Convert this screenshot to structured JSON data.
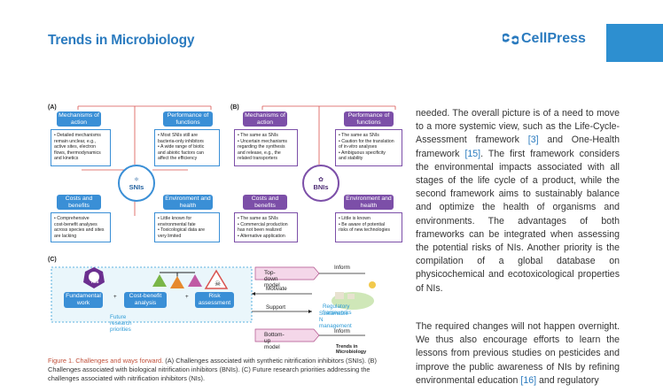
{
  "header": {
    "journal": "Trends in Microbiology",
    "publisher": "CellPress",
    "brand_color": "#2b7bbf",
    "accent_box_color": "#2d8fd0"
  },
  "figure": {
    "panel_a": {
      "label": "(A)",
      "center": "SNIs",
      "tl_title": "Mechanisms of action",
      "tl_lines": [
        "• Detailed mechanisms",
        "remain unclear, e.g.,",
        "active sites, electron",
        "flows, thermodynamics",
        "and kinetics"
      ],
      "tr_title": "Performance of functions",
      "tr_lines": [
        "• Most SNIs still are",
        "bacteria-only inhibitors",
        "• A wide range of biotic",
        "and abiotic factors can",
        "affect the efficiency"
      ],
      "bl_title": "Costs and benefits",
      "bl_lines": [
        "• Comprehensive",
        "cost-benefit analyses",
        "across species and sites",
        "are lacking"
      ],
      "br_title": "Environment and health",
      "br_lines": [
        "• Little known for",
        "environmental fate",
        "• Toxicological data are",
        "very limited"
      ]
    },
    "panel_b": {
      "label": "(B)",
      "center": "BNIs",
      "tl_title": "Mechanisms of action",
      "tl_lines": [
        "• The same as SNIs",
        "• Uncertain mechanisms",
        "regarding the synthesis",
        "and release, e.g., the",
        "related transporters"
      ],
      "tr_title": "Performance of functions",
      "tr_lines": [
        "• The same as SNIs",
        "• Caution for the translation",
        "of in-vitro analyses",
        "• Ambiguous specificity",
        "and stability"
      ],
      "bl_title": "Costs and benefits",
      "bl_lines": [
        "• The same as SNIs",
        "• Commercial production",
        "has not been realized",
        "• Alternative application"
      ],
      "br_title": "Environment and health",
      "br_lines": [
        "• Little is known",
        "• Be aware of potential",
        "risks of new technologies"
      ]
    },
    "panel_c": {
      "label": "(C)",
      "item1": "Fundamental work",
      "item1_icon": "NIs",
      "item2": "Cost-benefit analysis",
      "item3": "Risk assessment",
      "plus": "+",
      "priorities": "Future research priorities",
      "top_down": "Top-down model",
      "bottom_up": "Bottom-up model",
      "motivate": "Motivate",
      "support": "Support",
      "inform_top": "Inform",
      "inform_bottom": "Inform",
      "regulatory": "Regulatory frameworks",
      "sustainable": "Sustainable N management"
    },
    "credit": "Trends in Microbiology"
  },
  "caption": {
    "lead": "Figure 1. Challenges and ways forward.",
    "body": " (A) Challenges associated with synthetic nitrification inhibitors (SNIs). (B) Challenges associated with biological nitrification inhibitors (BNIs). (C) Future research priorities addressing the challenges associated with nitrification inhibitors (NIs)."
  },
  "text": {
    "p1_a": "needed. The overall picture is of a need to move to a more systemic view, such as the Life-Cycle-Assessment framework ",
    "ref1": "[3]",
    "p1_b": " and One-Health framework ",
    "ref2": "[15]",
    "p1_c": ". The first framework considers the environmental impacts associated with all stages of the life cycle of a product, while the second framework aims to sustainably balance and optimize the health of organisms and environments. The advantages of both frameworks can be integrated when assessing the potential risks of NIs. Another priority is the compilation of a global database on physicochemical and ecotoxicological properties of NIs.",
    "p2_a": "The required changes will not happen overnight. We thus also encourage efforts to learn the lessons from previous studies on pesticides and improve the public awareness of NIs by refining environmental education ",
    "ref3": "[16]",
    "p2_b": " and regulatory"
  }
}
